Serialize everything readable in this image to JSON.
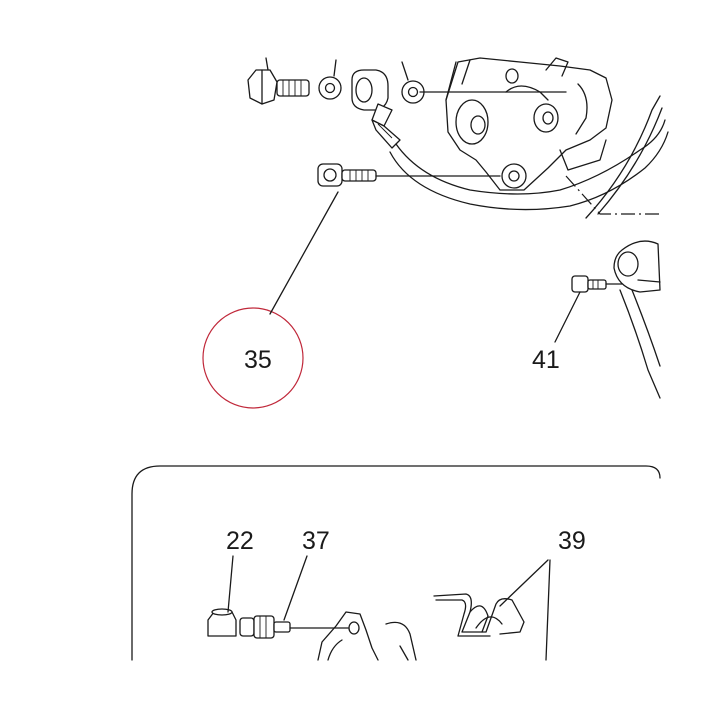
{
  "callouts": {
    "c35": "35",
    "c41": "41",
    "c22": "22",
    "c37": "37",
    "c39": "39"
  },
  "colors": {
    "line": "#1a1a1a",
    "highlight_circle": "#c0283a",
    "background": "#ffffff"
  }
}
